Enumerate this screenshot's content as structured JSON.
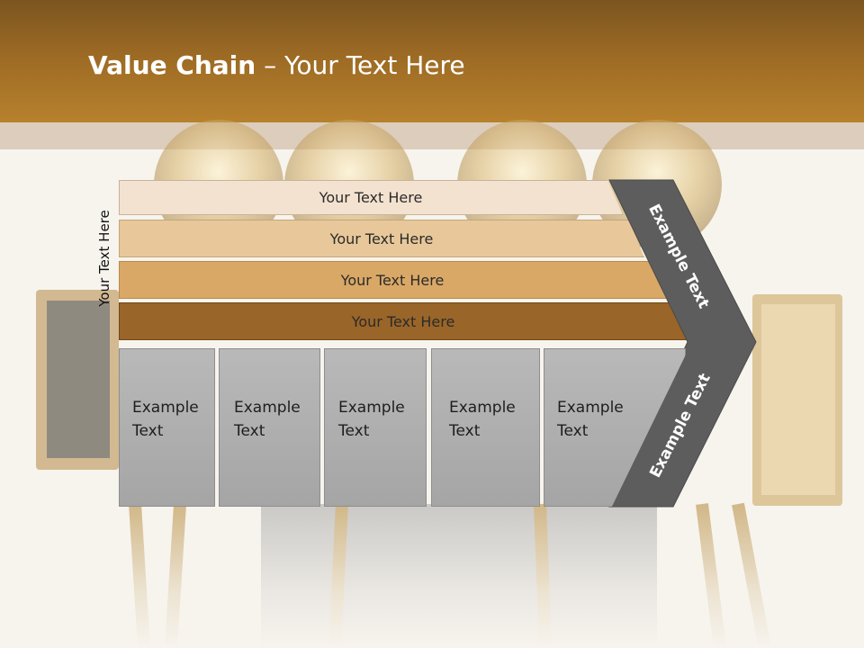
{
  "slide": {
    "title_bold": "Value Chain",
    "title_rest": " – Your Text Here"
  },
  "side_label": "Your Text Here",
  "bands": [
    {
      "label": "Your Text Here",
      "color": "#f3e2cf"
    },
    {
      "label": "Your Text Here",
      "color": "#e8c89a"
    },
    {
      "label": "Your Text Here",
      "color": "#d9a866"
    },
    {
      "label": "Your Text Here",
      "color": "#9a6528"
    }
  ],
  "boxes": [
    {
      "line1": "Example",
      "line2": "Text"
    },
    {
      "line1": "Example",
      "line2": "Text"
    },
    {
      "line1": "Example",
      "line2": "Text"
    },
    {
      "line1": "Example",
      "line2": "Text"
    },
    {
      "line1": "Example",
      "line2": "Text"
    }
  ],
  "chevron": {
    "upper_label": "Example Text",
    "lower_label": "Example Text",
    "color": "#5d5d5d"
  }
}
